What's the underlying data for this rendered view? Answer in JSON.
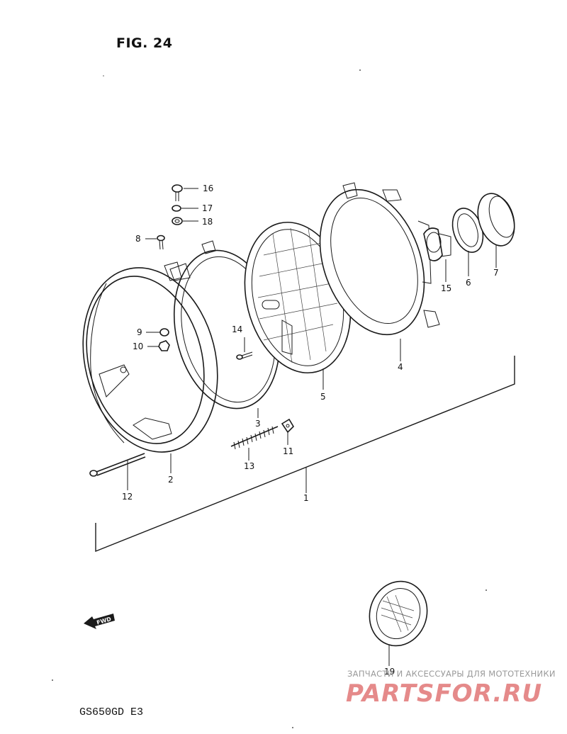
{
  "figure": {
    "title": "FIG. 24",
    "model_code": "GS650GD  E3"
  },
  "callouts": [
    {
      "id": "c16",
      "label": "16"
    },
    {
      "id": "c17",
      "label": "17"
    },
    {
      "id": "c18",
      "label": "18"
    },
    {
      "id": "c8",
      "label": "8"
    },
    {
      "id": "c9",
      "label": "9"
    },
    {
      "id": "c10",
      "label": "10"
    },
    {
      "id": "c14",
      "label": "14"
    },
    {
      "id": "c15",
      "label": "15"
    },
    {
      "id": "c6",
      "label": "6"
    },
    {
      "id": "c7",
      "label": "7"
    },
    {
      "id": "c4",
      "label": "4"
    },
    {
      "id": "c5",
      "label": "5"
    },
    {
      "id": "c3",
      "label": "3"
    },
    {
      "id": "c11",
      "label": "11"
    },
    {
      "id": "c13",
      "label": "13"
    },
    {
      "id": "c2",
      "label": "2"
    },
    {
      "id": "c12",
      "label": "12"
    },
    {
      "id": "c1",
      "label": "1"
    },
    {
      "id": "c19",
      "label": "19"
    }
  ],
  "direction_marker": {
    "label": "FWD",
    "icon": "forward-arrow-icon"
  },
  "watermark": {
    "tagline": "ЗАПЧАСТИ И АКСЕССУАРЫ ДЛЯ МОТОТЕХНИКИ",
    "logo_text": "PARTSFOR.RU",
    "color": "#e58a8a"
  }
}
